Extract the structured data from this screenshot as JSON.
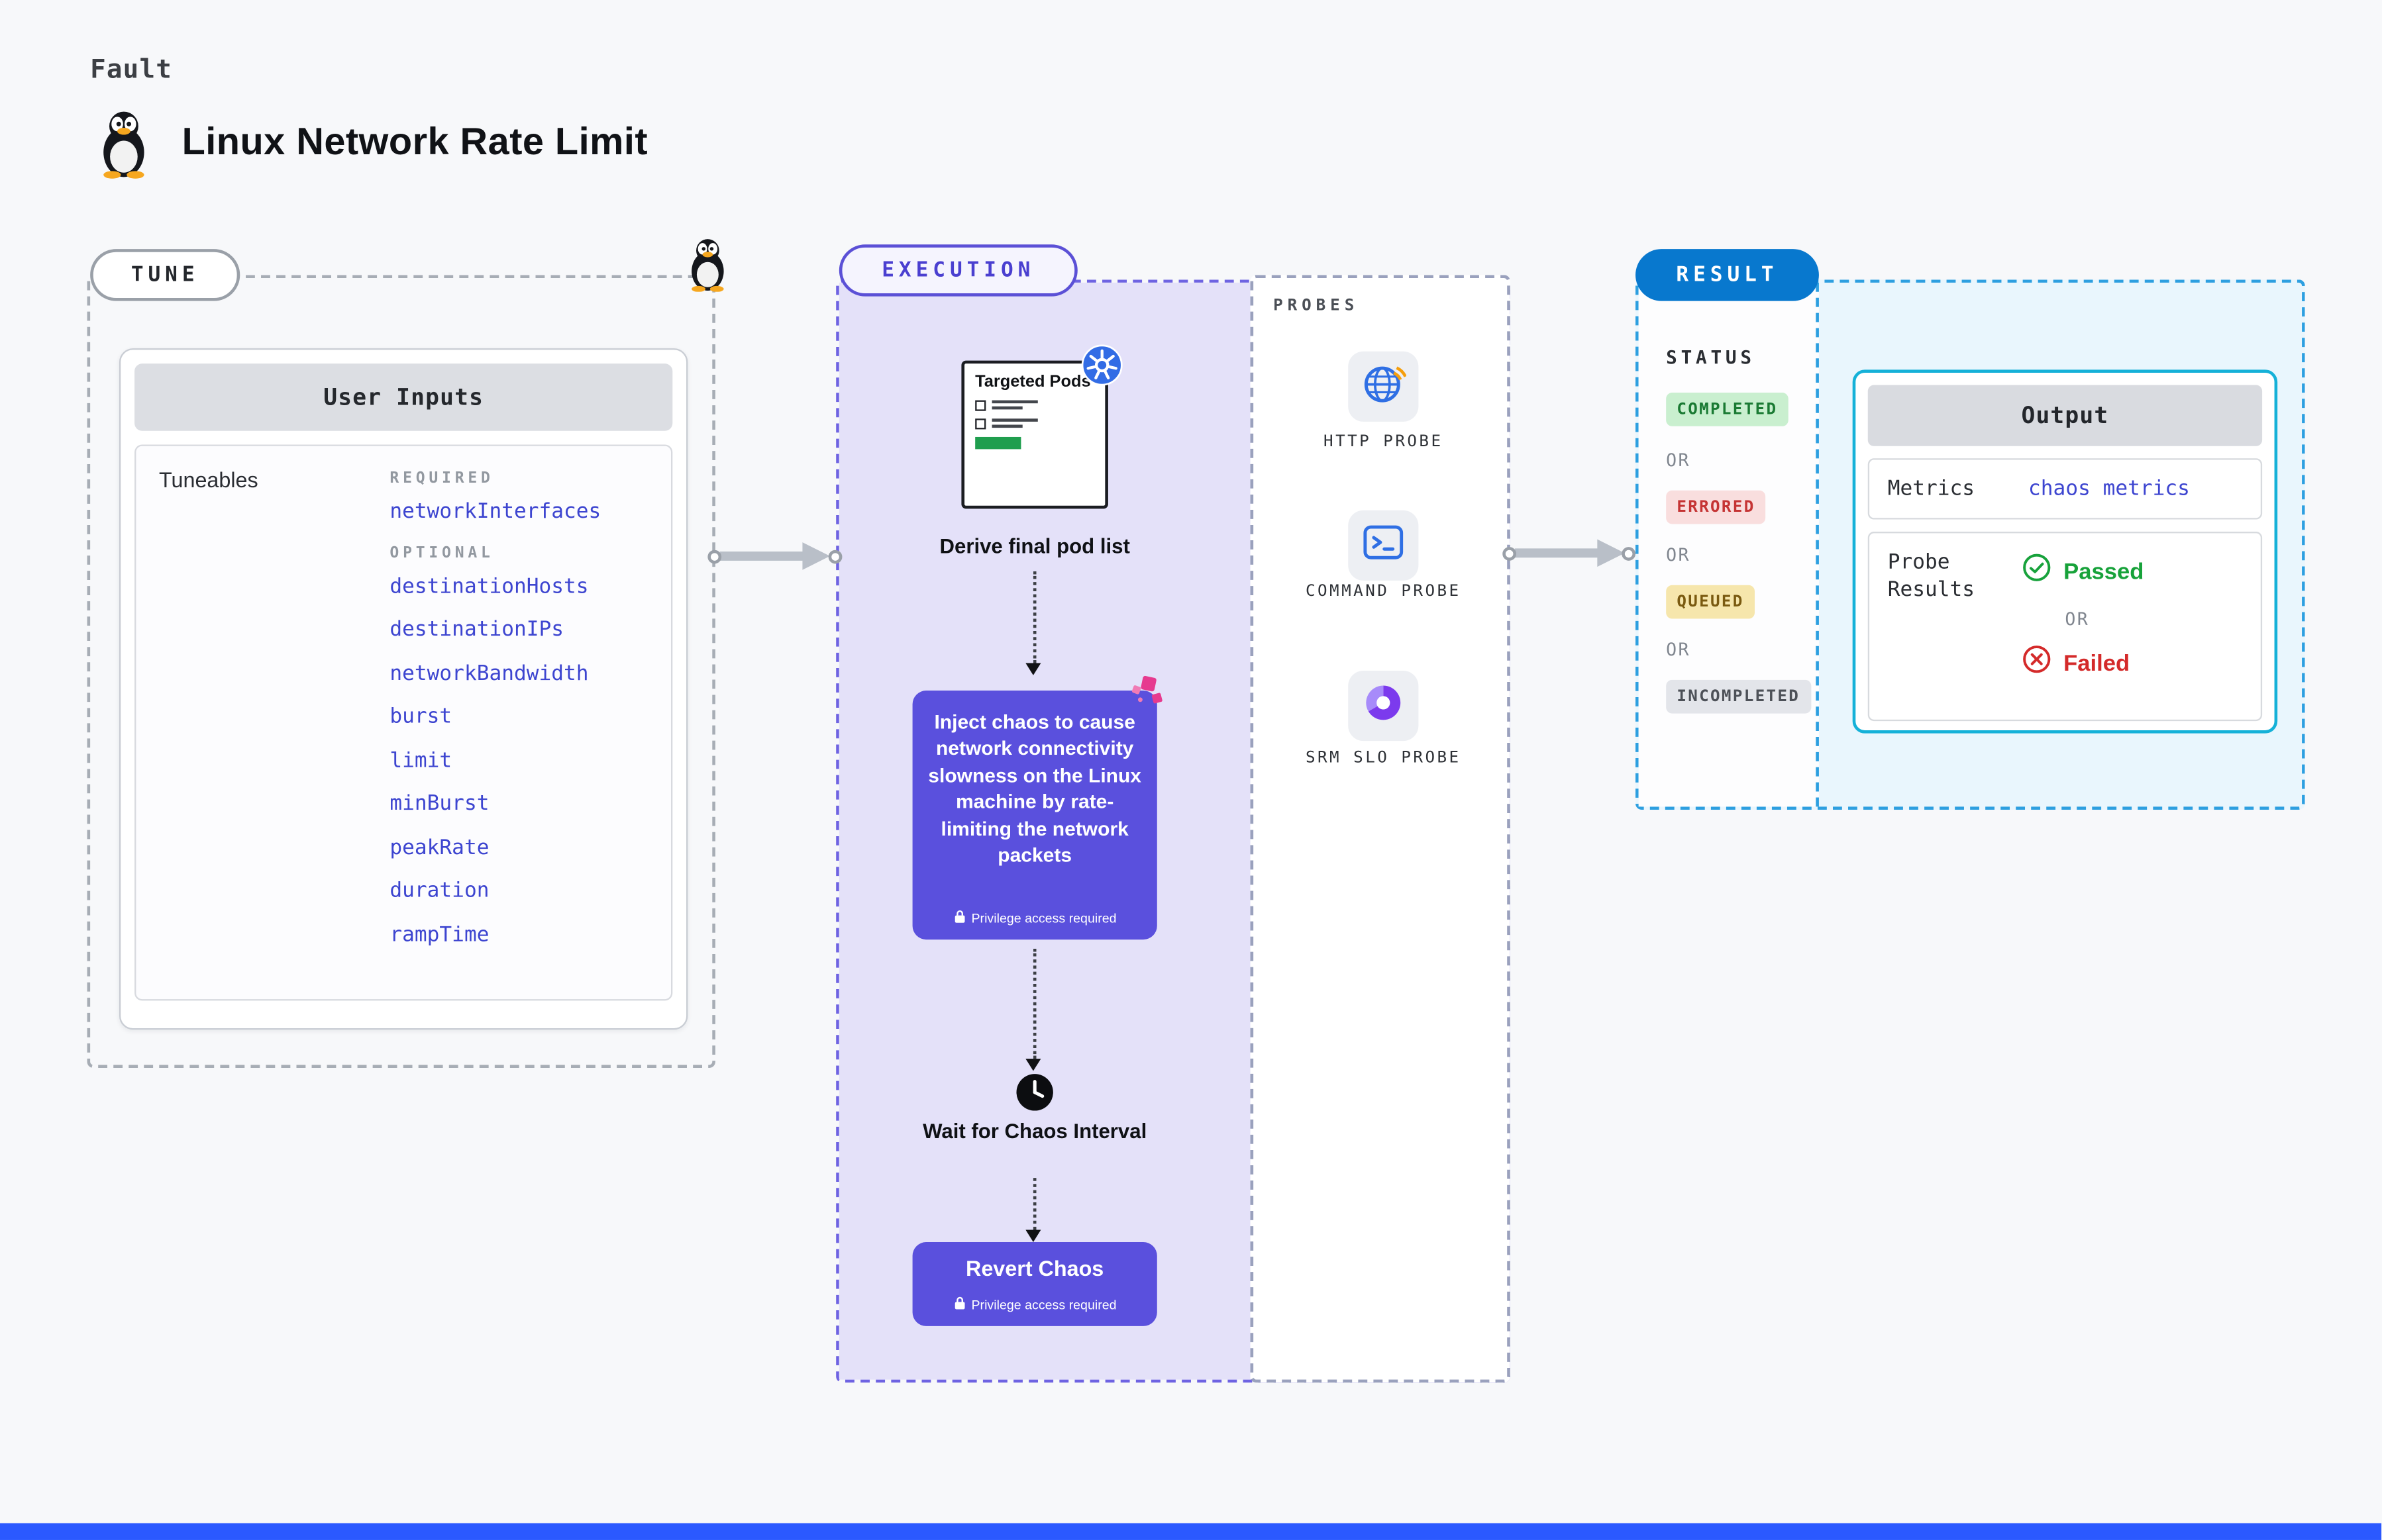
{
  "page": {
    "kicker": "Fault",
    "title": "Linux Network Rate Limit"
  },
  "tune": {
    "label": "TUNE",
    "card_title": "User Inputs",
    "tuneables_label": "Tuneables",
    "required_label": "REQUIRED",
    "required_items": [
      "networkInterfaces"
    ],
    "optional_label": "OPTIONAL",
    "optional_items": [
      "destinationHosts",
      "destinationIPs",
      "networkBandwidth",
      "burst",
      "limit",
      "minBurst",
      "peakRate",
      "duration",
      "rampTime"
    ]
  },
  "execution": {
    "label": "EXECUTION",
    "targeted_pods_title": "Targeted Pods",
    "derive_caption": "Derive final pod list",
    "inject_text": "Inject chaos to cause network connectivity slowness on the Linux machine by rate-limiting the network packets",
    "privilege_badge": "Privilege access required",
    "wait_text": "Wait for Chaos Interval",
    "revert_text": "Revert Chaos"
  },
  "probes": {
    "label": "PROBES",
    "items": [
      {
        "name": "HTTP PROBE",
        "icon": "globe-icon"
      },
      {
        "name": "COMMAND PROBE",
        "icon": "terminal-icon"
      },
      {
        "name": "SRM SLO PROBE",
        "icon": "slo-donut-icon"
      }
    ]
  },
  "result": {
    "label": "RESULT",
    "status_label": "STATUS",
    "or_label": "OR",
    "statuses": [
      {
        "label": "COMPLETED",
        "bg": "#c9efcf",
        "fg": "#1a7a33"
      },
      {
        "label": "ERRORED",
        "bg": "#f9dede",
        "fg": "#c53434"
      },
      {
        "label": "QUEUED",
        "bg": "#f6e6ac",
        "fg": "#7a5a10"
      },
      {
        "label": "INCOMPLETED",
        "bg": "#e3e5ea",
        "fg": "#4d5158"
      }
    ],
    "output": {
      "title": "Output",
      "metrics_label": "Metrics",
      "metrics_value": "chaos metrics",
      "probe_results_label": "Probe Results",
      "passed_label": "Passed",
      "failed_label": "Failed"
    }
  },
  "icons": {
    "tux-icon": "linux penguin",
    "kubernetes-icon": "k8s helm wheel",
    "globe-icon": "http globe",
    "terminal-icon": "command prompt",
    "slo-donut-icon": "purple donut chart",
    "clock-icon": "black clock",
    "lock-icon": "privilege lock",
    "check-circle-icon": "green check",
    "x-circle-icon": "red cross",
    "chaos-icon": "pink chaos squares"
  },
  "colors": {
    "execution_accent": "#5a50dd",
    "result_accent": "#0878ce",
    "link_blue": "#3d45d0",
    "arrow_gray": "#b9bfc8",
    "footer_blue": "#2b59ff",
    "completed_green": "#1a7a33",
    "errored_red": "#c53434",
    "queued_yellow": "#7a5a10"
  }
}
